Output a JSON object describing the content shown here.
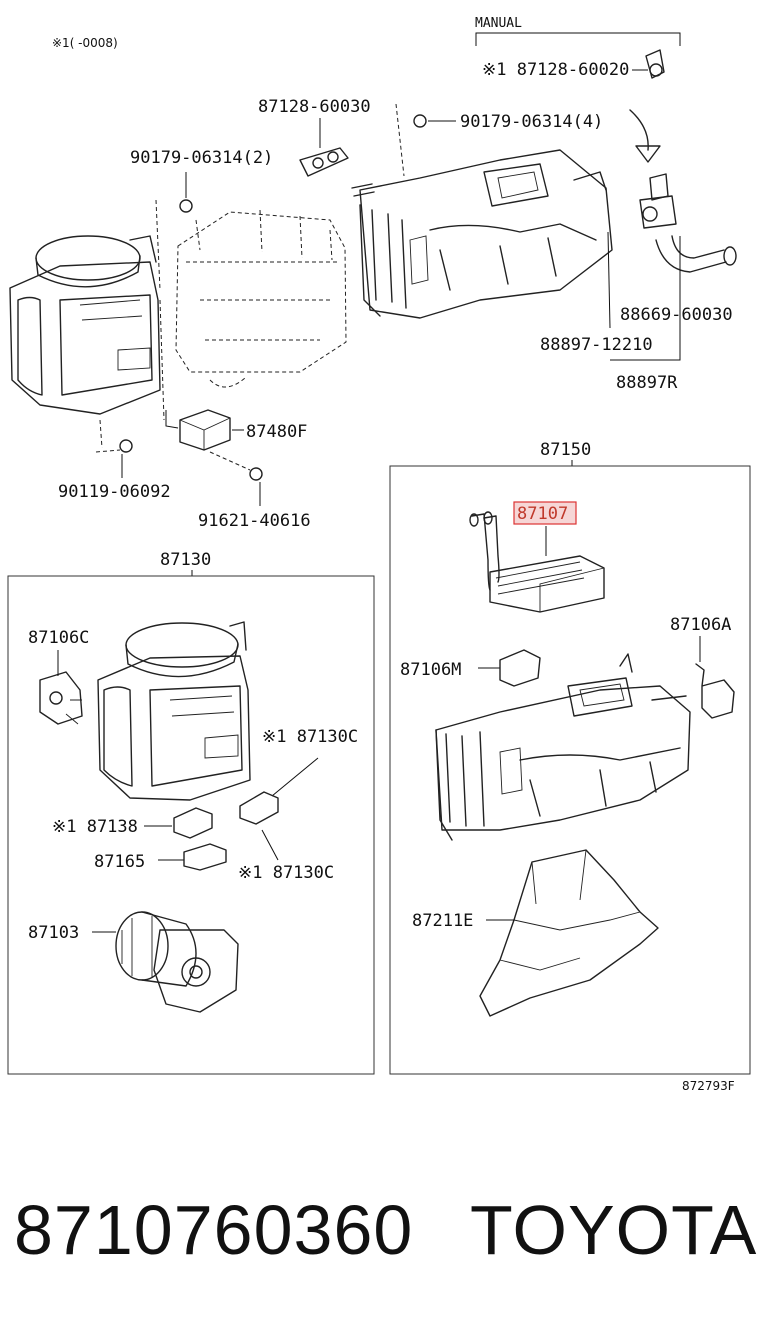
{
  "diagram": {
    "note_top": "※1(    -0008)",
    "manual_label": "MANUAL",
    "drawing_code": "872793F",
    "upper": {
      "p_8712860020": "※1 87128-60020",
      "p_8712860030": "87128-60030",
      "p_9017906314_4": "90179-06314(4)",
      "p_9017906314_2": "90179-06314(2)",
      "p_8866960030": "88669-60030",
      "p_8889712210": "88897-12210",
      "p_88897R": "88897R",
      "p_87480F": "87480F",
      "p_9011906092": "90119-06092",
      "p_9162140616": "91621-40616"
    },
    "left_box": {
      "title": "87130",
      "p_87106C": "87106C",
      "p_87130C_a": "※1 87130C",
      "p_87138": "※1 87138",
      "p_87165": "87165",
      "p_87130C_b": "※1 87130C",
      "p_87103": "87103"
    },
    "right_box": {
      "title": "87150",
      "p_87107": "87107",
      "p_87106A": "87106A",
      "p_87106M": "87106M",
      "p_87211E": "87211E"
    },
    "highlight_color": "#d33"
  },
  "footer": {
    "part_number": "8710760360",
    "brand": "TOYOTA"
  }
}
